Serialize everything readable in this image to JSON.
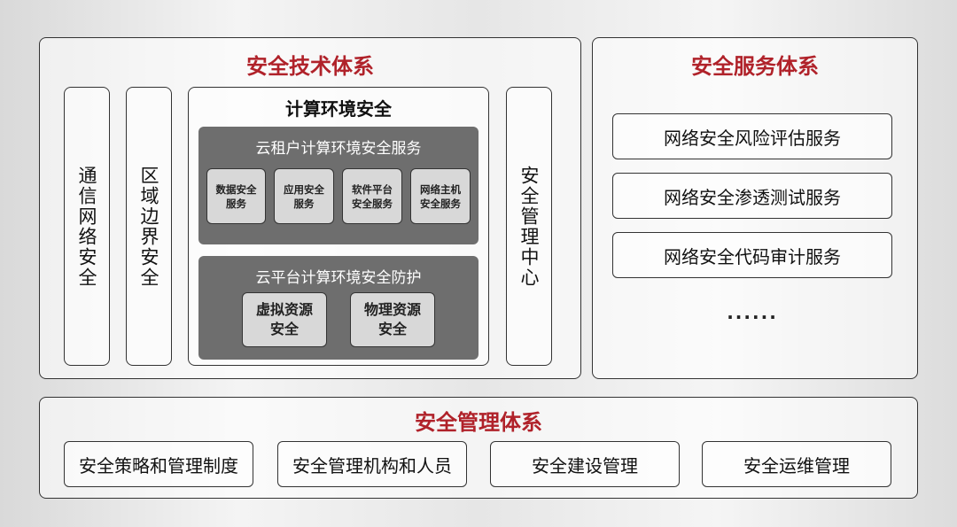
{
  "tech": {
    "title": "安全技术体系",
    "comm": "通信网络安全",
    "region": "区域边界安全",
    "center": "安全管理中心",
    "compute": {
      "title": "计算环境安全",
      "tenant": {
        "title": "云租户计算环境安全服务",
        "items": [
          [
            "数据安全",
            "服务"
          ],
          [
            "应用安全",
            "服务"
          ],
          [
            "软件平台",
            "安全服务"
          ],
          [
            "网络主机",
            "安全服务"
          ]
        ]
      },
      "platform": {
        "title": "云平台计算环境安全防护",
        "items": [
          [
            "虚拟资源",
            "安全"
          ],
          [
            "物理资源",
            "安全"
          ]
        ]
      }
    }
  },
  "service": {
    "title": "安全服务体系",
    "items": [
      "网络安全风险评估服务",
      "网络安全渗透测试服务",
      "网络安全代码审计服务"
    ],
    "more": "······"
  },
  "mgmt": {
    "title": "安全管理体系",
    "items": [
      "安全策略和管理制度",
      "安全管理机构和人员",
      "安全建设管理",
      "安全运维管理"
    ]
  }
}
